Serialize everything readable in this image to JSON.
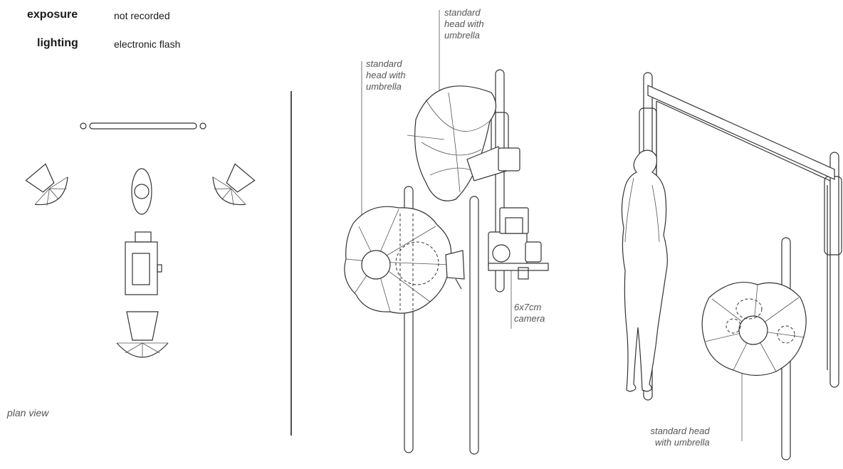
{
  "meta": {
    "exposure_label": "exposure",
    "exposure_value": "not recorded",
    "lighting_label": "lighting",
    "lighting_value": "electronic flash"
  },
  "plan": {
    "caption": "plan view"
  },
  "callouts": {
    "top_umbrella": [
      "standard",
      "head with",
      "umbrella"
    ],
    "left_umbrella": [
      "standard",
      "head with",
      "umbrella"
    ],
    "camera": [
      "6x7cm",
      "camera"
    ],
    "right_umbrella": [
      "standard head",
      "with umbrella"
    ]
  },
  "icons": [
    "umbrella-head-icon",
    "camera-icon",
    "model-figure-icon",
    "lightstand-icon",
    "backdrop-icon"
  ]
}
